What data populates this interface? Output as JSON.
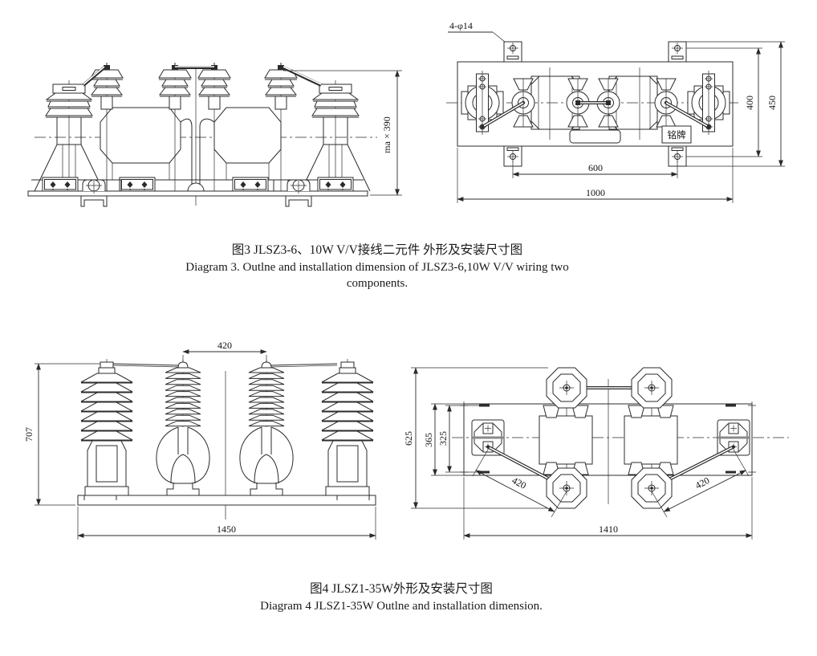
{
  "figure3": {
    "front": {
      "height_dim": "ma × 390"
    },
    "top": {
      "hole_callout": "4-φ14",
      "nameplate_label": "铭牌",
      "dim_feet_spacing": "600",
      "dim_overall_width": "1000",
      "dim_feet_row_spacing": "400",
      "dim_overall_depth": "450"
    },
    "caption_zh": "图3 JLSZ3-6、10W  V/V接线二元件 外形及安装尺寸图",
    "caption_en": "Diagram 3.  Outlne and installation dimension of JLSZ3-6,10W  V/V wiring two components."
  },
  "figure4": {
    "front": {
      "dim_center_spacing": "420",
      "dim_height": "707",
      "dim_base_width": "1450"
    },
    "top": {
      "dim_overall_depth": "625",
      "dim_base_depth": "365",
      "dim_slot_spacing": "325",
      "dim_diag_left": "420",
      "dim_diag_right": "420",
      "dim_base_width": "1410"
    },
    "caption_zh": "图4  JLSZ1-35W外形及安装尺寸图",
    "caption_en": "Diagram 4  JLSZ1-35W Outlne and installation dimension."
  },
  "colors": {
    "line": "#2b2b2b",
    "background": "#ffffff"
  }
}
